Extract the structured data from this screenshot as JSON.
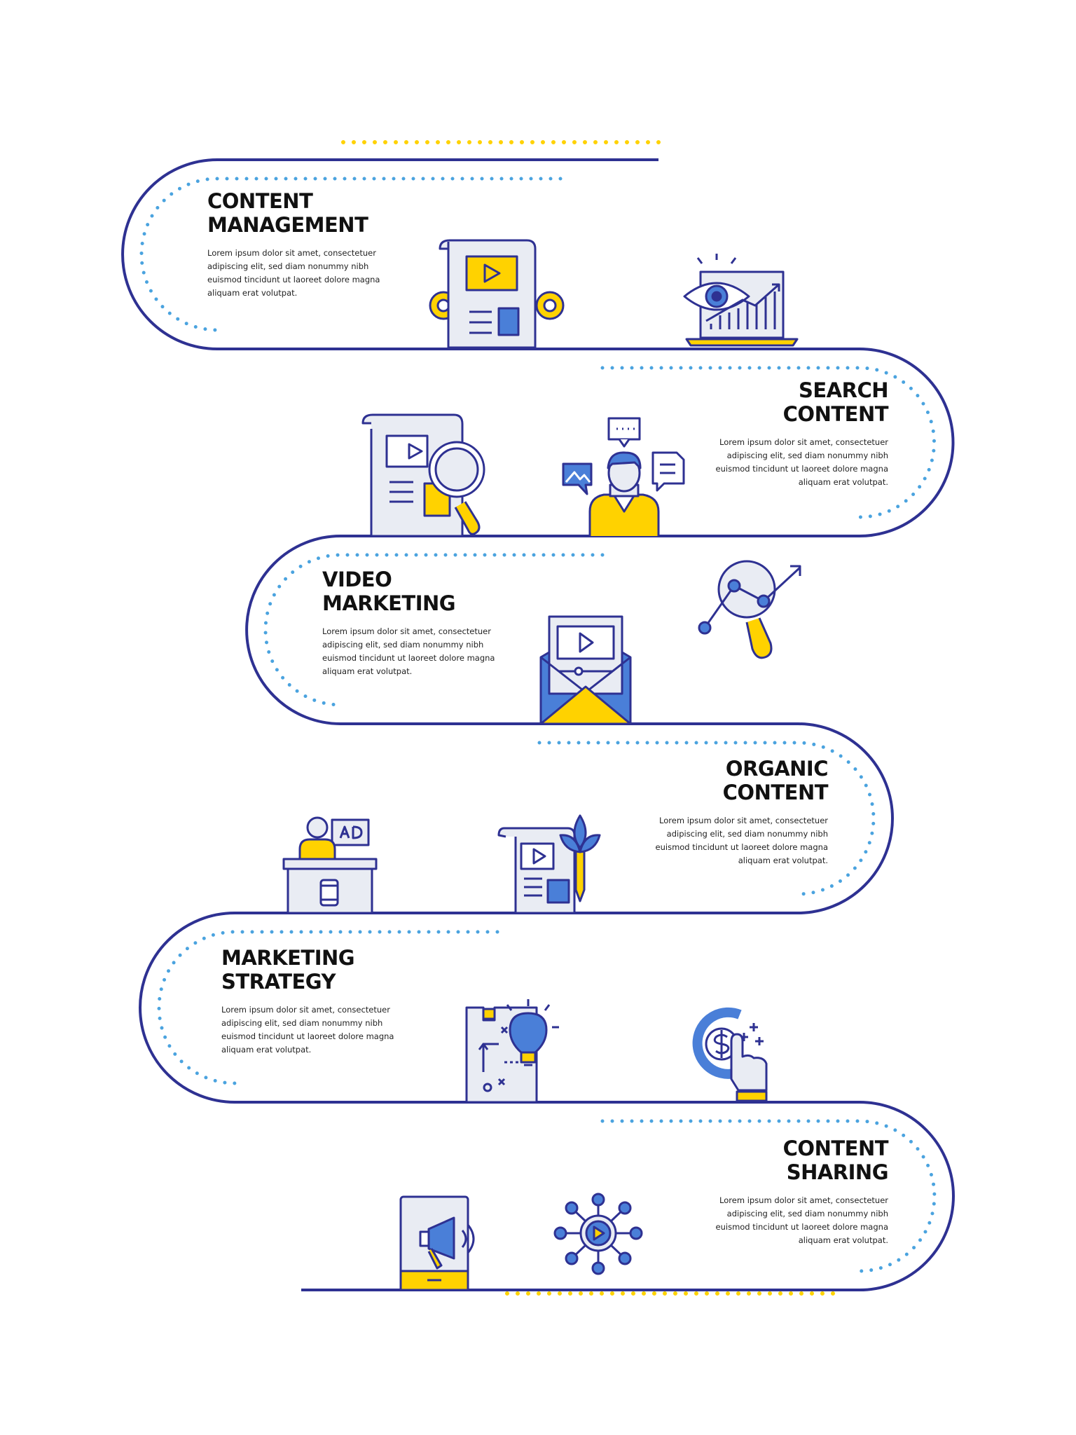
{
  "colors": {
    "navy": "#2e3192",
    "yellow": "#ffd200",
    "light_blue": "#4aa3df",
    "icon_fill": "#e9ecf3",
    "blue": "#4a7fd8"
  },
  "steps": [
    {
      "title_lines": [
        "CONTENT",
        "MANAGEMENT"
      ],
      "body_lines": [
        "Lorem ipsum dolor sit amet, consectetuer",
        "adipiscing elit, sed diam nonummy nibh",
        "euismod tincidunt ut laoreet dolore magna",
        "aliquam erat volutpat."
      ],
      "icons": [
        "document-video-gear-icon",
        "laptop-eye-chart-icon"
      ]
    },
    {
      "title_lines": [
        "SEARCH",
        "CONTENT"
      ],
      "body_lines": [
        "Lorem ipsum dolor sit amet, consectetuer",
        "adipiscing elit, sed diam nonummy nibh",
        "euismod tincidunt ut laoreet dolore magna",
        "aliquam erat volutpat."
      ],
      "icons": [
        "document-magnifier-icon",
        "person-chat-bubbles-icon"
      ]
    },
    {
      "title_lines": [
        "VIDEO",
        "MARKETING"
      ],
      "body_lines": [
        "Lorem ipsum dolor sit amet, consectetuer",
        "adipiscing elit, sed diam nonummy nibh",
        "euismod tincidunt ut laoreet dolore magna",
        "aliquam erat volutpat."
      ],
      "icons": [
        "envelope-video-icon",
        "magnifier-growth-chart-icon"
      ]
    },
    {
      "title_lines": [
        "ORGANIC",
        "CONTENT"
      ],
      "body_lines": [
        "Lorem ipsum dolor sit amet, consectetuer",
        "adipiscing elit, sed diam nonummy nibh",
        "euismod tincidunt ut laoreet dolore magna",
        "aliquam erat volutpat."
      ],
      "icons": [
        "person-ad-desk-icon",
        "document-plant-pencil-icon"
      ]
    },
    {
      "title_lines": [
        "MARKETING",
        "STRATEGY"
      ],
      "body_lines": [
        "Lorem ipsum dolor sit amet, consectetuer",
        "adipiscing elit, sed diam nonummy nibh",
        "euismod tincidunt ut laoreet dolore magna",
        "aliquam erat volutpat."
      ],
      "icons": [
        "strategy-board-lightbulb-icon",
        "hand-coin-click-icon"
      ]
    },
    {
      "title_lines": [
        "CONTENT",
        "SHARING"
      ],
      "body_lines": [
        "Lorem ipsum dolor sit amet, consectetuer",
        "adipiscing elit, sed diam nonummy nibh",
        "euismod tincidunt ut laoreet dolore magna",
        "aliquam erat volutpat."
      ],
      "icons": [
        "phone-megaphone-icon",
        "video-network-icon"
      ]
    }
  ]
}
